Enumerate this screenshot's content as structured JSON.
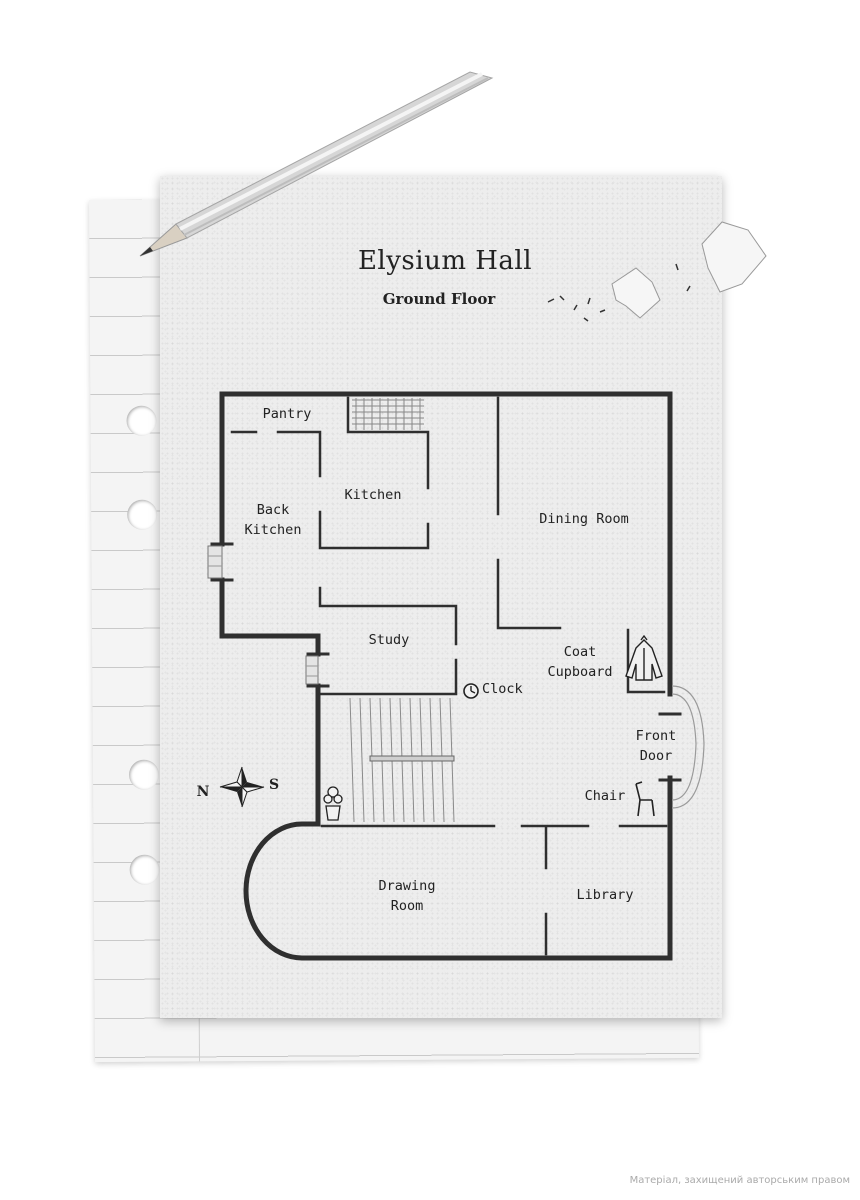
{
  "header": {
    "title": "Elysium Hall",
    "subtitle": "Ground Floor"
  },
  "rooms": {
    "pantry": "Pantry",
    "back_kitchen": [
      "Back",
      "Kitchen"
    ],
    "kitchen": "Kitchen",
    "dining_room": "Dining Room",
    "study": "Study",
    "clock": "Clock",
    "coat_cupboard": [
      "Coat",
      "Cupboard"
    ],
    "front_door": [
      "Front",
      "Door"
    ],
    "chair": "Chair",
    "drawing_room": [
      "Drawing",
      "Room"
    ],
    "library": "Library"
  },
  "compass": {
    "north": "N",
    "south": "S"
  },
  "icons": {
    "clock": "clock-icon",
    "coat": "coat-icon",
    "chair": "chair-icon",
    "plant": "plant-icon",
    "compass": "compass-rose-icon",
    "pencil": "pencil-icon"
  },
  "colors": {
    "wall": "#2f2f2f",
    "paper": "#ededed",
    "ink": "#222222"
  },
  "footer": {
    "watermark": "Матеріал, захищений авторським правом"
  }
}
